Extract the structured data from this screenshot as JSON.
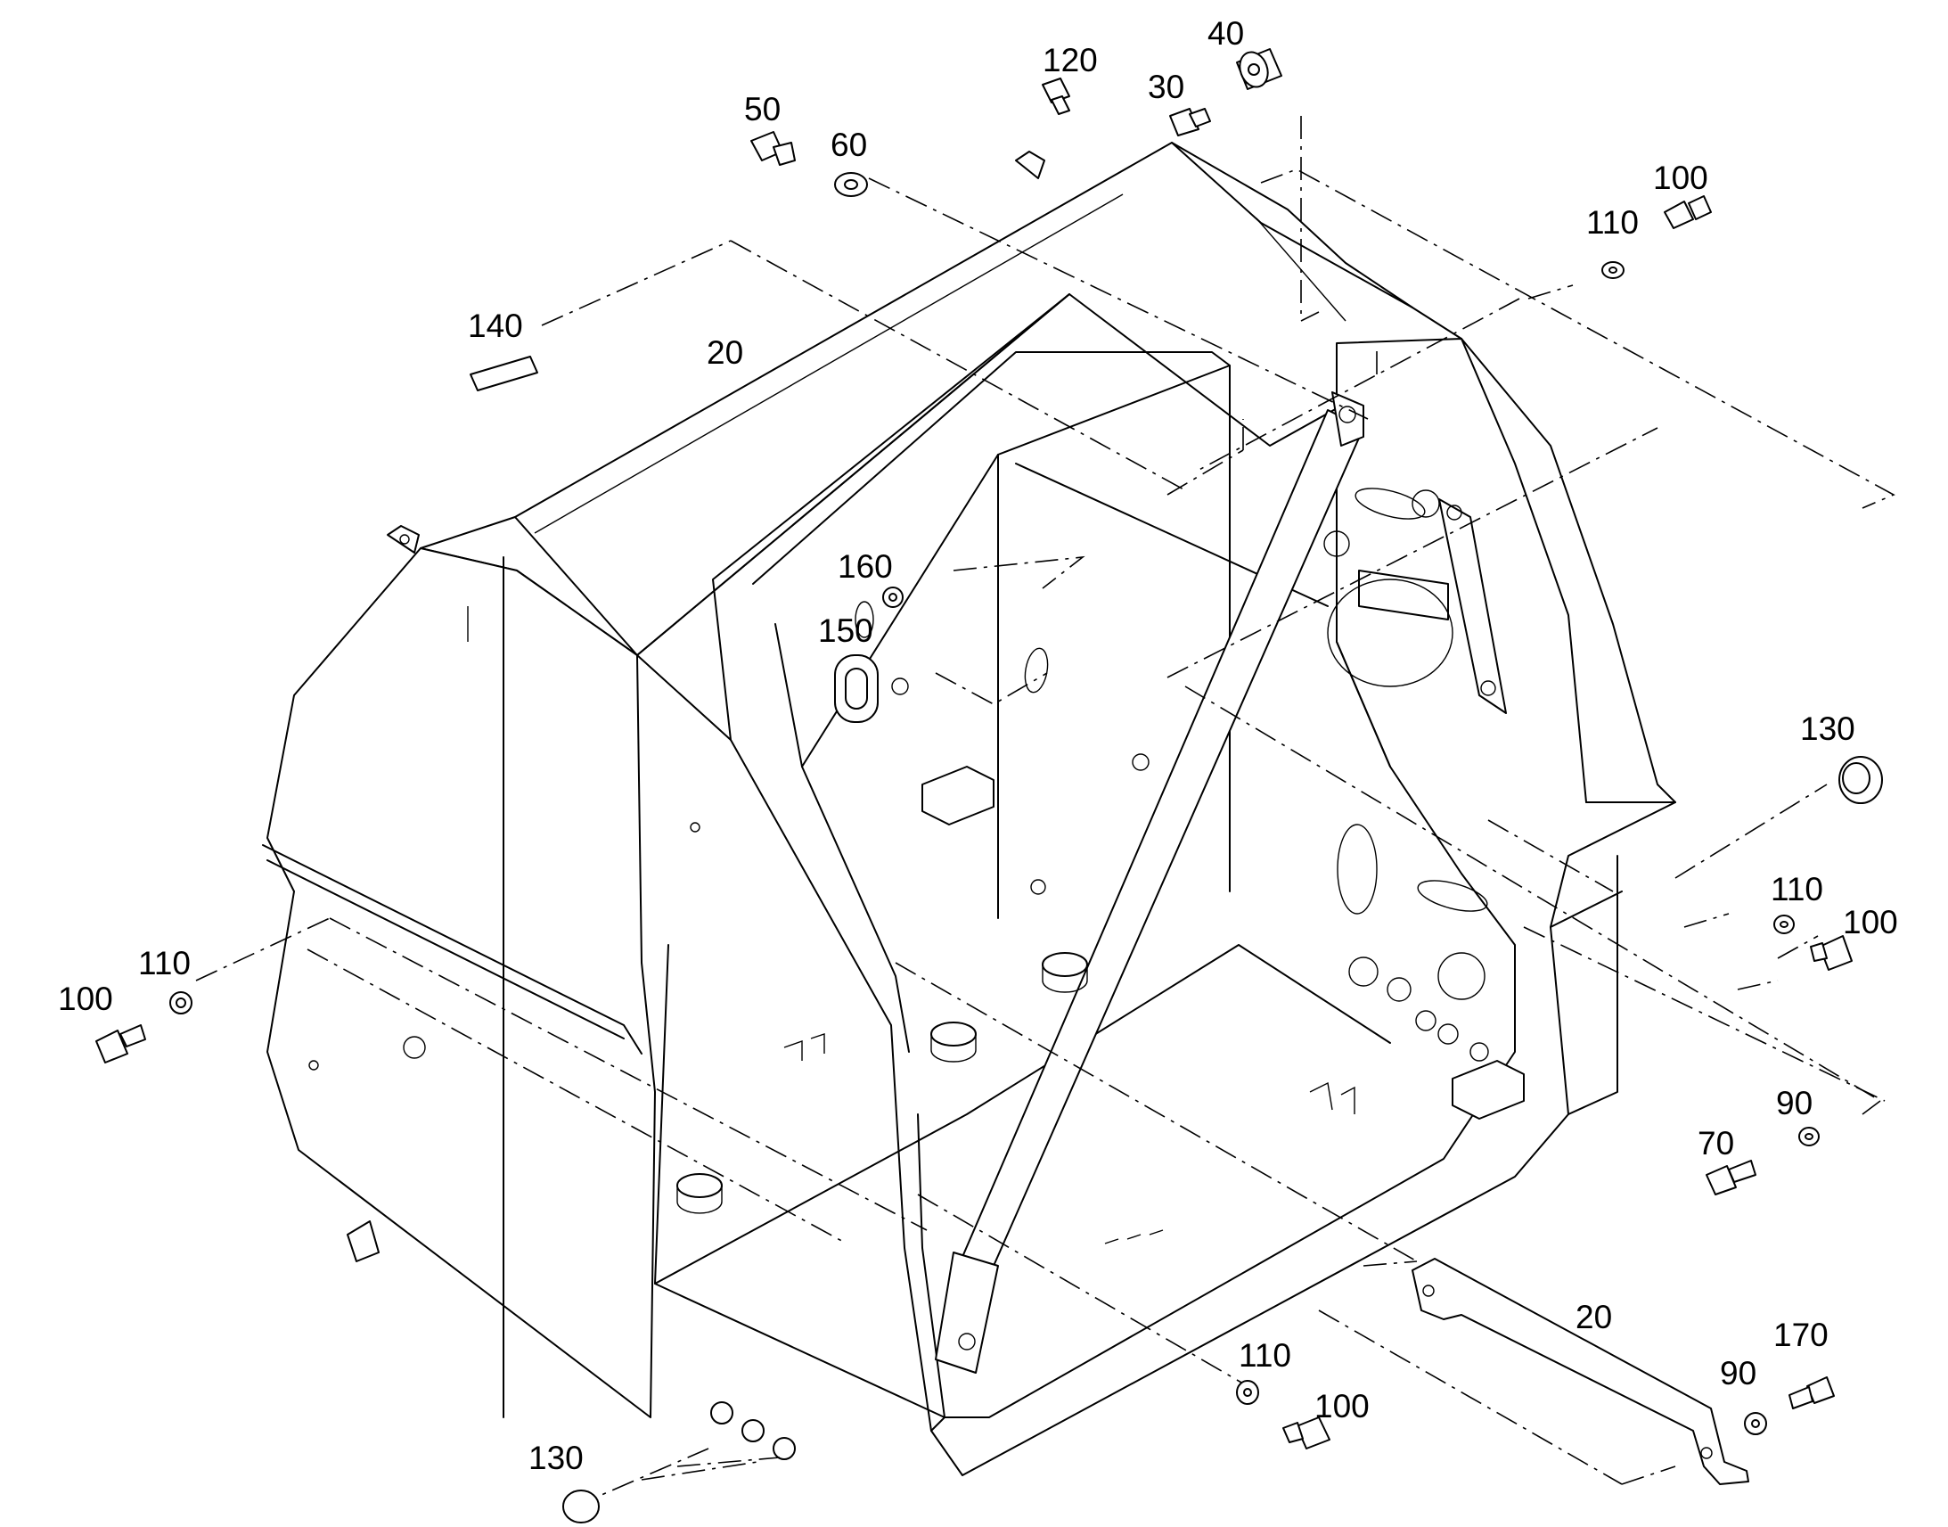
{
  "callouts": [
    {
      "id": "c-40",
      "text": "40"
    },
    {
      "id": "c-120",
      "text": "120"
    },
    {
      "id": "c-30",
      "text": "30"
    },
    {
      "id": "c-50",
      "text": "50"
    },
    {
      "id": "c-60",
      "text": "60"
    },
    {
      "id": "c-100a",
      "text": "100"
    },
    {
      "id": "c-110a",
      "text": "110"
    },
    {
      "id": "c-140",
      "text": "140"
    },
    {
      "id": "c-20a",
      "text": "20"
    },
    {
      "id": "c-160",
      "text": "160"
    },
    {
      "id": "c-150",
      "text": "150"
    },
    {
      "id": "c-130a",
      "text": "130"
    },
    {
      "id": "c-110b",
      "text": "110"
    },
    {
      "id": "c-100b",
      "text": "100"
    },
    {
      "id": "c-110c",
      "text": "110"
    },
    {
      "id": "c-100c",
      "text": "100"
    },
    {
      "id": "c-90a",
      "text": "90"
    },
    {
      "id": "c-70",
      "text": "70"
    },
    {
      "id": "c-20b",
      "text": "20"
    },
    {
      "id": "c-170",
      "text": "170"
    },
    {
      "id": "c-90b",
      "text": "90"
    },
    {
      "id": "c-110d",
      "text": "110"
    },
    {
      "id": "c-100d",
      "text": "100"
    },
    {
      "id": "c-130b",
      "text": "130"
    }
  ]
}
